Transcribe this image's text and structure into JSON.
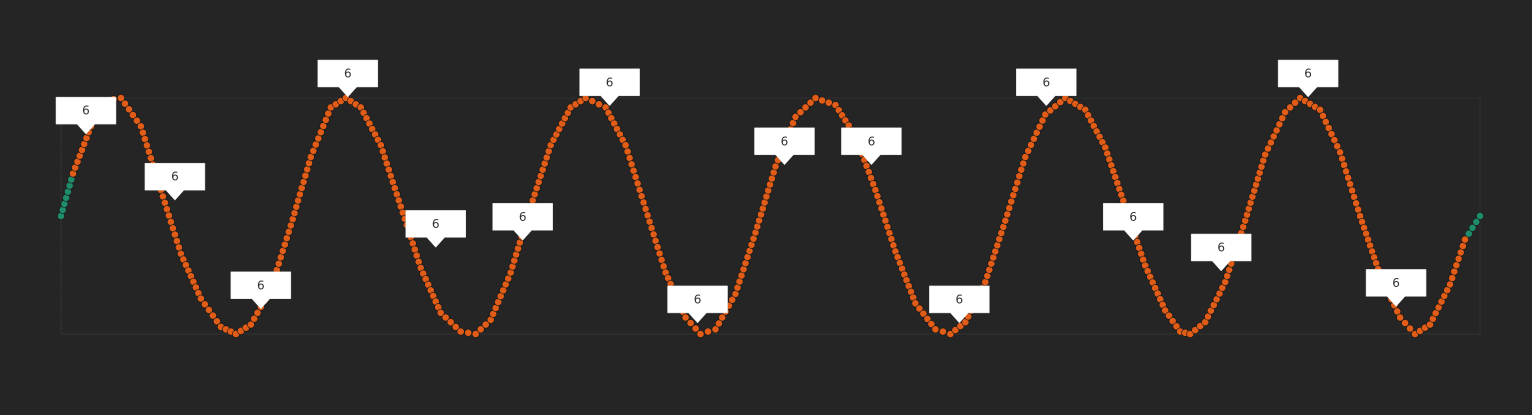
{
  "chart_data": {
    "type": "scatter",
    "title": "",
    "xlabel": "",
    "ylabel": "",
    "grid": false,
    "legend": "none",
    "x_range": [
      0,
      1420
    ],
    "y_range": [
      0,
      1
    ],
    "series": [
      {
        "color": "#1e8c6b",
        "points": [
          [
            0,
            0.5
          ],
          [
            12,
            0.68
          ],
          [
            30,
            0.88
          ],
          [
            45,
            0.99
          ],
          [
            60,
            1.0
          ],
          [
            80,
            0.88
          ],
          [
            100,
            0.61
          ],
          [
            120,
            0.34
          ],
          [
            140,
            0.15
          ],
          [
            160,
            0.03
          ],
          [
            175,
            0.0
          ],
          [
            190,
            0.04
          ],
          [
            210,
            0.19
          ],
          [
            230,
            0.46
          ],
          [
            250,
            0.75
          ],
          [
            270,
            0.96
          ],
          [
            285,
            1.0
          ],
          [
            300,
            0.96
          ],
          [
            320,
            0.8
          ],
          [
            340,
            0.54
          ],
          [
            360,
            0.28
          ],
          [
            380,
            0.09
          ],
          [
            400,
            0.01
          ],
          [
            415,
            0.0
          ],
          [
            430,
            0.06
          ],
          [
            450,
            0.26
          ],
          [
            470,
            0.54
          ],
          [
            490,
            0.8
          ],
          [
            510,
            0.96
          ],
          [
            525,
            1.0
          ],
          [
            545,
            0.96
          ],
          [
            565,
            0.8
          ],
          [
            585,
            0.53
          ],
          [
            605,
            0.26
          ],
          [
            625,
            0.07
          ],
          [
            640,
            0.0
          ],
          [
            655,
            0.02
          ],
          [
            675,
            0.17
          ],
          [
            695,
            0.43
          ],
          [
            715,
            0.71
          ],
          [
            735,
            0.92
          ],
          [
            755,
            1.0
          ],
          [
            775,
            0.97
          ],
          [
            795,
            0.84
          ],
          [
            815,
            0.61
          ],
          [
            835,
            0.35
          ],
          [
            855,
            0.13
          ],
          [
            875,
            0.02
          ],
          [
            890,
            0.0
          ],
          [
            905,
            0.05
          ],
          [
            925,
            0.22
          ],
          [
            945,
            0.48
          ],
          [
            965,
            0.75
          ],
          [
            985,
            0.93
          ],
          [
            1005,
            1.0
          ],
          [
            1025,
            0.95
          ],
          [
            1045,
            0.79
          ],
          [
            1065,
            0.54
          ],
          [
            1085,
            0.29
          ],
          [
            1105,
            0.1
          ],
          [
            1120,
            0.01
          ],
          [
            1130,
            0.0
          ],
          [
            1145,
            0.05
          ],
          [
            1165,
            0.22
          ],
          [
            1185,
            0.48
          ],
          [
            1205,
            0.76
          ],
          [
            1225,
            0.94
          ],
          [
            1240,
            1.0
          ],
          [
            1260,
            0.95
          ],
          [
            1280,
            0.77
          ],
          [
            1300,
            0.5
          ],
          [
            1320,
            0.25
          ],
          [
            1340,
            0.07
          ],
          [
            1355,
            0.0
          ],
          [
            1370,
            0.04
          ],
          [
            1390,
            0.21
          ],
          [
            1405,
            0.4
          ],
          [
            1420,
            0.5
          ]
        ]
      },
      {
        "color": "#e15c17",
        "points": [
          [
            12,
            0.68
          ],
          [
            30,
            0.88
          ],
          [
            45,
            0.99
          ],
          [
            60,
            1.0
          ],
          [
            80,
            0.88
          ],
          [
            100,
            0.61
          ],
          [
            120,
            0.34
          ],
          [
            140,
            0.15
          ],
          [
            160,
            0.03
          ],
          [
            175,
            0.0
          ],
          [
            190,
            0.04
          ],
          [
            210,
            0.19
          ],
          [
            230,
            0.46
          ],
          [
            250,
            0.75
          ],
          [
            270,
            0.96
          ],
          [
            285,
            1.0
          ],
          [
            300,
            0.96
          ],
          [
            320,
            0.8
          ],
          [
            340,
            0.54
          ],
          [
            360,
            0.28
          ],
          [
            380,
            0.09
          ],
          [
            400,
            0.01
          ],
          [
            415,
            0.0
          ],
          [
            430,
            0.06
          ],
          [
            450,
            0.26
          ],
          [
            470,
            0.54
          ],
          [
            490,
            0.8
          ],
          [
            510,
            0.96
          ],
          [
            525,
            1.0
          ],
          [
            545,
            0.96
          ],
          [
            565,
            0.8
          ],
          [
            585,
            0.53
          ],
          [
            605,
            0.26
          ],
          [
            625,
            0.07
          ],
          [
            640,
            0.0
          ],
          [
            655,
            0.02
          ],
          [
            675,
            0.17
          ],
          [
            695,
            0.43
          ],
          [
            715,
            0.71
          ],
          [
            735,
            0.92
          ],
          [
            755,
            1.0
          ],
          [
            775,
            0.97
          ],
          [
            795,
            0.84
          ],
          [
            815,
            0.61
          ],
          [
            835,
            0.35
          ],
          [
            855,
            0.13
          ],
          [
            875,
            0.02
          ],
          [
            890,
            0.0
          ],
          [
            905,
            0.05
          ],
          [
            925,
            0.22
          ],
          [
            945,
            0.48
          ],
          [
            965,
            0.75
          ],
          [
            985,
            0.93
          ],
          [
            1005,
            1.0
          ],
          [
            1025,
            0.95
          ],
          [
            1045,
            0.79
          ],
          [
            1065,
            0.54
          ],
          [
            1085,
            0.29
          ],
          [
            1105,
            0.1
          ],
          [
            1120,
            0.01
          ],
          [
            1130,
            0.0
          ],
          [
            1145,
            0.05
          ],
          [
            1165,
            0.22
          ],
          [
            1185,
            0.48
          ],
          [
            1205,
            0.76
          ],
          [
            1225,
            0.94
          ],
          [
            1240,
            1.0
          ],
          [
            1260,
            0.95
          ],
          [
            1280,
            0.77
          ],
          [
            1300,
            0.5
          ],
          [
            1320,
            0.25
          ],
          [
            1340,
            0.07
          ],
          [
            1355,
            0.0
          ],
          [
            1370,
            0.04
          ],
          [
            1390,
            0.21
          ],
          [
            1405,
            0.4
          ]
        ]
      }
    ],
    "annotations": [
      {
        "x": 25,
        "y": 0.83,
        "label": "6"
      },
      {
        "x": 114,
        "y": 0.55,
        "label": "6"
      },
      {
        "x": 200,
        "y": 0.09,
        "label": "6"
      },
      {
        "x": 287,
        "y": 1.0,
        "label": "6"
      },
      {
        "x": 375,
        "y": 0.35,
        "label": "6"
      },
      {
        "x": 462,
        "y": 0.38,
        "label": "6"
      },
      {
        "x": 549,
        "y": 0.95,
        "label": "6"
      },
      {
        "x": 637,
        "y": 0.03,
        "label": "6"
      },
      {
        "x": 724,
        "y": 0.7,
        "label": "6"
      },
      {
        "x": 811,
        "y": 0.7,
        "label": "6"
      },
      {
        "x": 899,
        "y": 0.03,
        "label": "6"
      },
      {
        "x": 986,
        "y": 0.95,
        "label": "6"
      },
      {
        "x": 1073,
        "y": 0.38,
        "label": "6"
      },
      {
        "x": 1161,
        "y": 0.25,
        "label": "6"
      },
      {
        "x": 1248,
        "y": 1.0,
        "label": "6"
      },
      {
        "x": 1336,
        "y": 0.1,
        "label": "6"
      }
    ]
  }
}
